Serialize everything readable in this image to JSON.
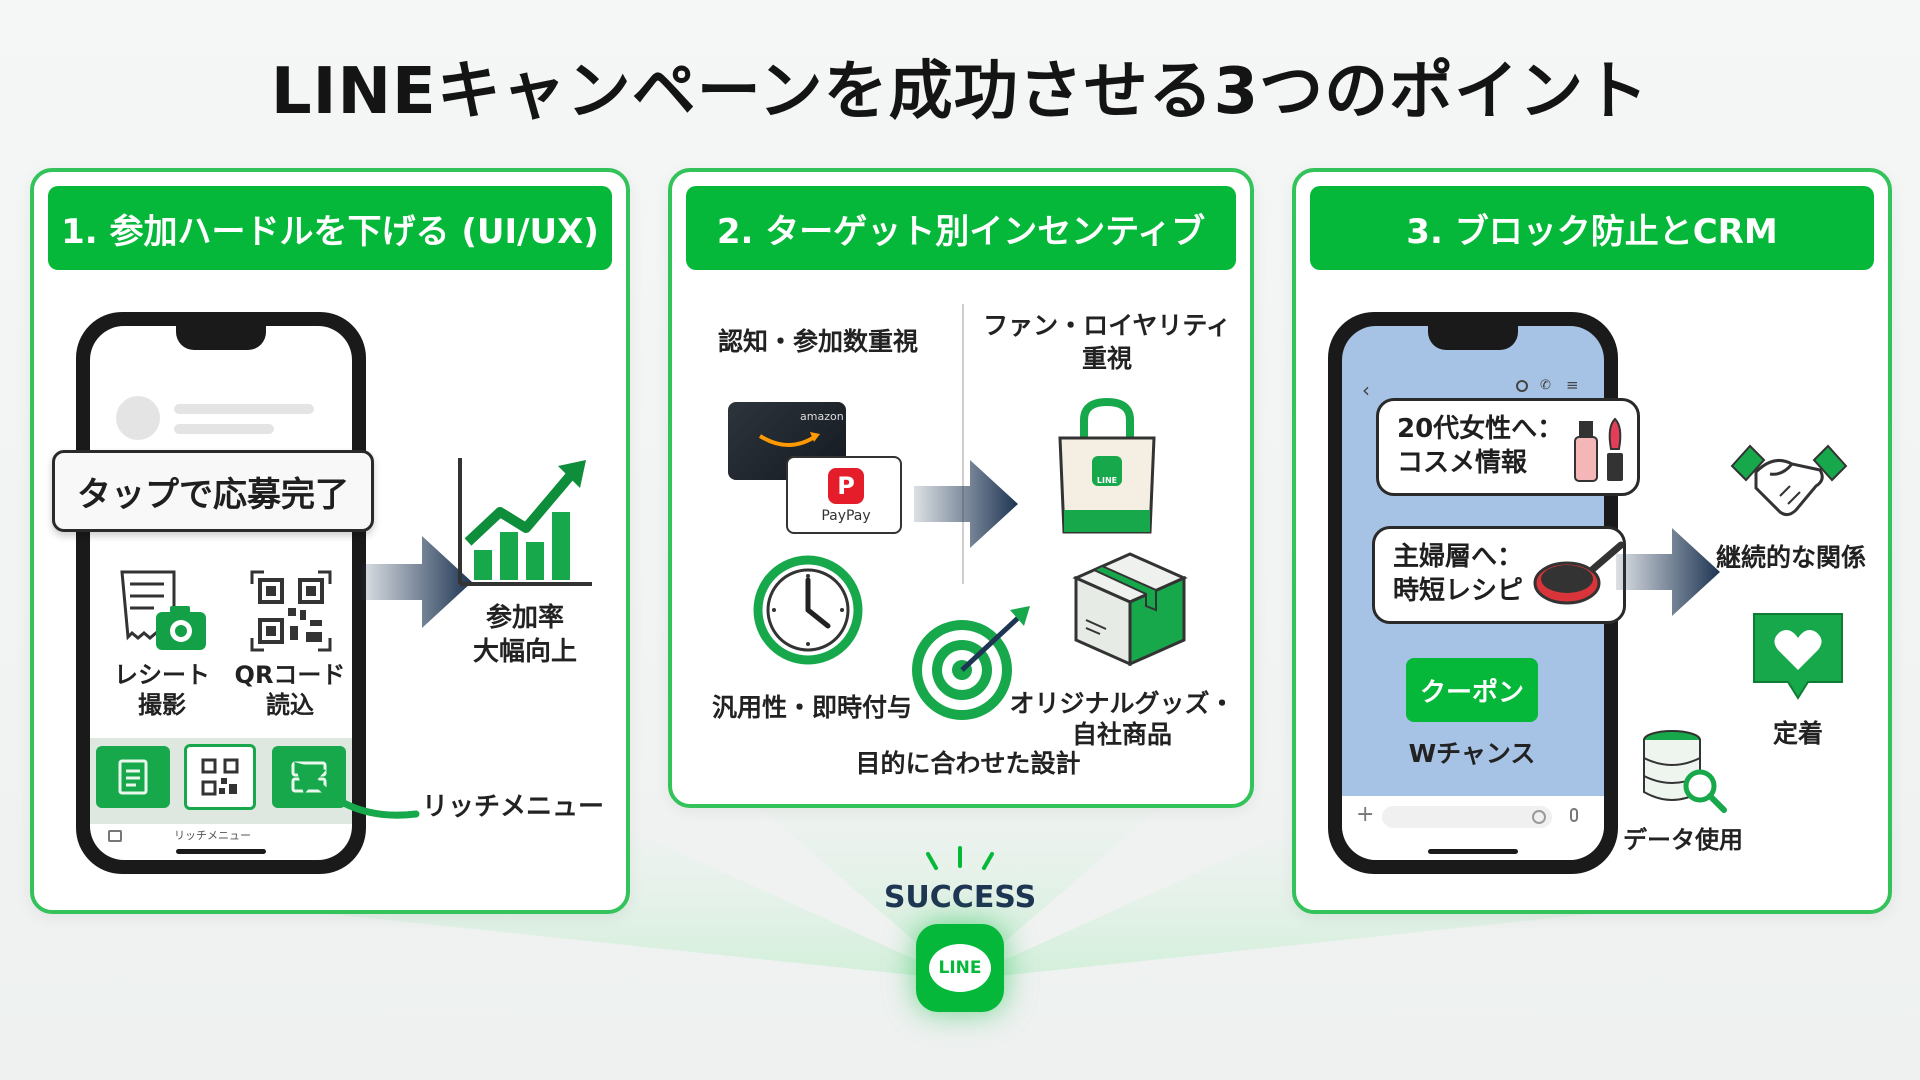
{
  "title": "LINEキャンペーンを成功させる3つのポイント",
  "colors": {
    "line_green": "#06b83a",
    "border_green": "#34c25a",
    "arrow_navy": "#1e3553"
  },
  "panel1": {
    "header": "1. 参加ハードルを下げる (UI/UX)",
    "tap_label": "タップで応募完了",
    "receipt_label_1": "レシート",
    "receipt_label_2": "撮影",
    "qr_label_1": "QRコード",
    "qr_label_2": "読込",
    "menu_small": "リッチメニュー",
    "rich_menu": "リッチメニュー",
    "result_1": "参加率",
    "result_2": "大幅向上"
  },
  "panel2": {
    "header": "2. ターゲット別インセンティブ",
    "left_title": "認知・参加数重視",
    "right_title_1": "ファン・ロイヤリティ",
    "right_title_2": "重視",
    "paypay": "PayPay",
    "amazon_card": "amazon",
    "bag_logo": "LINE",
    "left_bottom": "汎用性・即時付与",
    "center_bottom": "目的に合わせた設計",
    "right_bottom_1": "オリジナルグッズ・",
    "right_bottom_2": "自社商品"
  },
  "panel3": {
    "header": "3. ブロック防止とCRM",
    "bubble1_line1": "20代女性へ：",
    "bubble1_line2": "コスメ情報",
    "bubble2_line1": "主婦層へ：",
    "bubble2_line2": "時短レシピ",
    "coupon": "クーポン",
    "chance": "Wチャンス",
    "data_use": "データ使用",
    "relation": "継続的な関係",
    "retention": "定着"
  },
  "footer": {
    "success": "SUCCESS",
    "logo": "LINE"
  }
}
